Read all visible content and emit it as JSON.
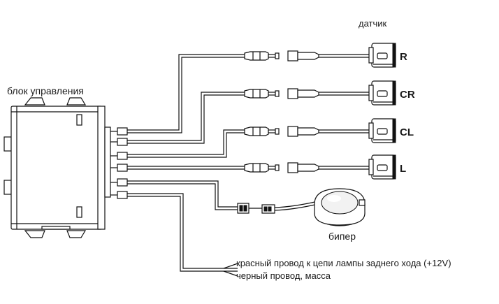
{
  "labels": {
    "control_unit": "блок управления",
    "sensor_header": "датчик",
    "beeper": "бипер",
    "red_wire": "красный провод к цепи лампы заднего хода (+12V)",
    "black_wire": "черный провод, масса"
  },
  "sensors": [
    "R",
    "CR",
    "CL",
    "L"
  ]
}
